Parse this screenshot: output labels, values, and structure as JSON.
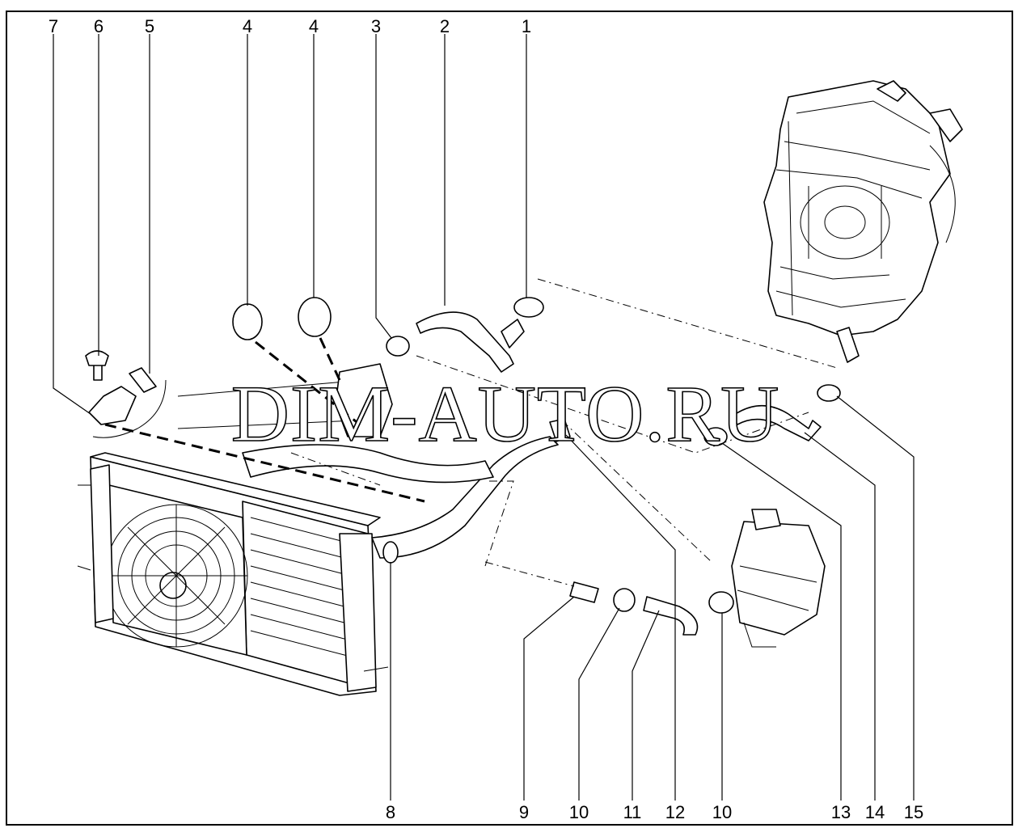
{
  "callouts": {
    "c7": "7",
    "c6": "6",
    "c5": "5",
    "c4a": "4",
    "c4b": "4",
    "c3": "3",
    "c2": "2",
    "c1": "1",
    "c8": "8",
    "c9": "9",
    "c10a": "10",
    "c11": "11",
    "c12": "12",
    "c10b": "10",
    "c13": "13",
    "c14": "14",
    "c15": "15"
  },
  "watermark": "DIM-AUTO.RU"
}
